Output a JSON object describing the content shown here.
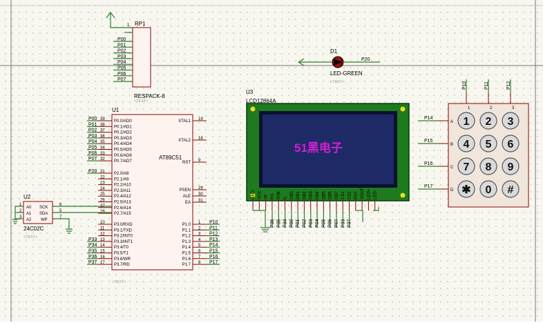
{
  "u1": {
    "ref": "U1",
    "part": "AT89C51",
    "text_ph": "<TEXT>",
    "left_pins": [
      {
        "num": "39",
        "name": "P0.0/AD0",
        "net": "P00"
      },
      {
        "num": "38",
        "name": "P0.1/AD1",
        "net": "P01"
      },
      {
        "num": "37",
        "name": "P0.2/AD2",
        "net": "P02"
      },
      {
        "num": "36",
        "name": "P0.3/AD3",
        "net": "P03"
      },
      {
        "num": "35",
        "name": "P0.4/AD4",
        "net": "P04"
      },
      {
        "num": "34",
        "name": "P0.5/AD5",
        "net": "P05"
      },
      {
        "num": "33",
        "name": "P0.6/AD6",
        "net": "P06"
      },
      {
        "num": "32",
        "name": "P0.7/AD7",
        "net": "P07"
      },
      {
        "num": "21",
        "name": "P2.0/A8",
        "net": "P20"
      },
      {
        "num": "22",
        "name": "P2.1/A9",
        "net": ""
      },
      {
        "num": "23",
        "name": "P2.2/A10",
        "net": ""
      },
      {
        "num": "24",
        "name": "P2.3/A11",
        "net": ""
      },
      {
        "num": "25",
        "name": "P2.4/A12",
        "net": ""
      },
      {
        "num": "26",
        "name": "P2.5/A13",
        "net": ""
      },
      {
        "num": "27",
        "name": "P2.6/A14",
        "net": ""
      },
      {
        "num": "28",
        "name": "P2.7/A15",
        "net": ""
      },
      {
        "num": "10",
        "name": "P3.0/RXD",
        "net": ""
      },
      {
        "num": "11",
        "name": "P3.1/TXD",
        "net": ""
      },
      {
        "num": "12",
        "name": "P3.2/INT0",
        "net": ""
      },
      {
        "num": "13",
        "name": "P3.3/INT1",
        "net": "P33"
      },
      {
        "num": "14",
        "name": "P3.4/T0",
        "net": "P34"
      },
      {
        "num": "15",
        "name": "P3.5/T1",
        "net": "P35"
      },
      {
        "num": "16",
        "name": "P3.6/WR",
        "net": "P36"
      },
      {
        "num": "17",
        "name": "P3.7/RD",
        "net": "P37"
      }
    ],
    "right_top": [
      {
        "num": "19",
        "name": "XTAL1"
      },
      {
        "num": "18",
        "name": "XTAL2"
      },
      {
        "num": "9",
        "name": "RST"
      },
      {
        "num": "29",
        "name": "PSEN"
      },
      {
        "num": "30",
        "name": "ALE"
      },
      {
        "num": "31",
        "name": "EA"
      }
    ],
    "right_p1": [
      {
        "num": "1",
        "name": "P1.0",
        "net": "P10"
      },
      {
        "num": "2",
        "name": "P1.1",
        "net": "P11"
      },
      {
        "num": "3",
        "name": "P1.2",
        "net": "P12"
      },
      {
        "num": "4",
        "name": "P1.3",
        "net": "P13"
      },
      {
        "num": "5",
        "name": "P1.4",
        "net": "P14"
      },
      {
        "num": "6",
        "name": "P1.5",
        "net": "P15"
      },
      {
        "num": "7",
        "name": "P1.6",
        "net": "P16"
      },
      {
        "num": "8",
        "name": "P1.7",
        "net": "P17"
      }
    ]
  },
  "u2": {
    "ref": "U2",
    "part": "24C02C",
    "text_ph": "<TEXT>",
    "left": [
      "A0",
      "A1",
      "A2"
    ],
    "right": [
      "SCK",
      "SDA",
      "WP"
    ],
    "pins": [
      "1",
      "2",
      "3",
      "6",
      "5",
      "7"
    ]
  },
  "rp1": {
    "ref": "RP1",
    "part": "RESPACK-8",
    "text_ph": "<TEXT>",
    "pin1": "1",
    "nets": [
      "P00",
      "P01",
      "P02",
      "P03",
      "P04",
      "P05",
      "P06",
      "P07"
    ]
  },
  "d1": {
    "ref": "D1",
    "part": "LED-GREEN",
    "text_ph": "<TEXT>",
    "net": "P20"
  },
  "u3": {
    "ref": "U3",
    "part": "LCD12864A",
    "display_text": "51黑电子",
    "pin_labels": [
      "GND",
      "VCC",
      "V0",
      "RS",
      "R/W",
      "E",
      "DB0",
      "DB1",
      "DB2",
      "DB3",
      "DB4",
      "DB5",
      "DB6",
      "DB7",
      "CS1",
      "CS2",
      "RST",
      "VOUT",
      "LED+",
      "LED-"
    ],
    "nets": [
      "P36",
      "P35",
      "P34",
      "P00",
      "P01",
      "P02",
      "P03",
      "P04",
      "P05",
      "P06",
      "P07",
      "P33",
      "P37"
    ]
  },
  "keypad": {
    "cols": [
      "1",
      "2",
      "3"
    ],
    "col_nets": [
      "P10",
      "P11",
      "P12"
    ],
    "rows": [
      "A",
      "B",
      "C",
      "D"
    ],
    "row_nets": [
      "P14",
      "P15",
      "P16",
      "P17"
    ],
    "keys": [
      "1",
      "2",
      "3",
      "4",
      "5",
      "6",
      "7",
      "8",
      "9",
      "✱",
      "0",
      "#"
    ]
  },
  "colors": {
    "accent": "#8b0000",
    "wire": "#2e7d2e",
    "lcd_bg": "#1d2a66",
    "lcd_frame": "#1e7a1e",
    "lcd_text": "#d21fd2",
    "chip_fill": "#fff3f0"
  }
}
